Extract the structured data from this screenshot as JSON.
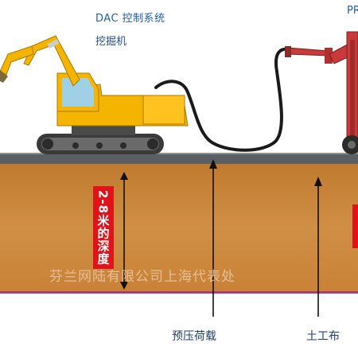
{
  "labels": {
    "dac_system": "DAC 控制系统",
    "excavator": "挖掘机",
    "pr": "PR",
    "depth": "2-8米的深度",
    "preload": "预压荷载",
    "geotextile": "土工布"
  },
  "watermark": "芬兰网陆有限公司上海代表处",
  "colors": {
    "soil": "#c8883b",
    "surface": "#5a5f63",
    "excavator": "#f5b400",
    "boom": "#c93a3a",
    "depth_box": "#e0131b",
    "label_blue": "#1f5fa8"
  }
}
